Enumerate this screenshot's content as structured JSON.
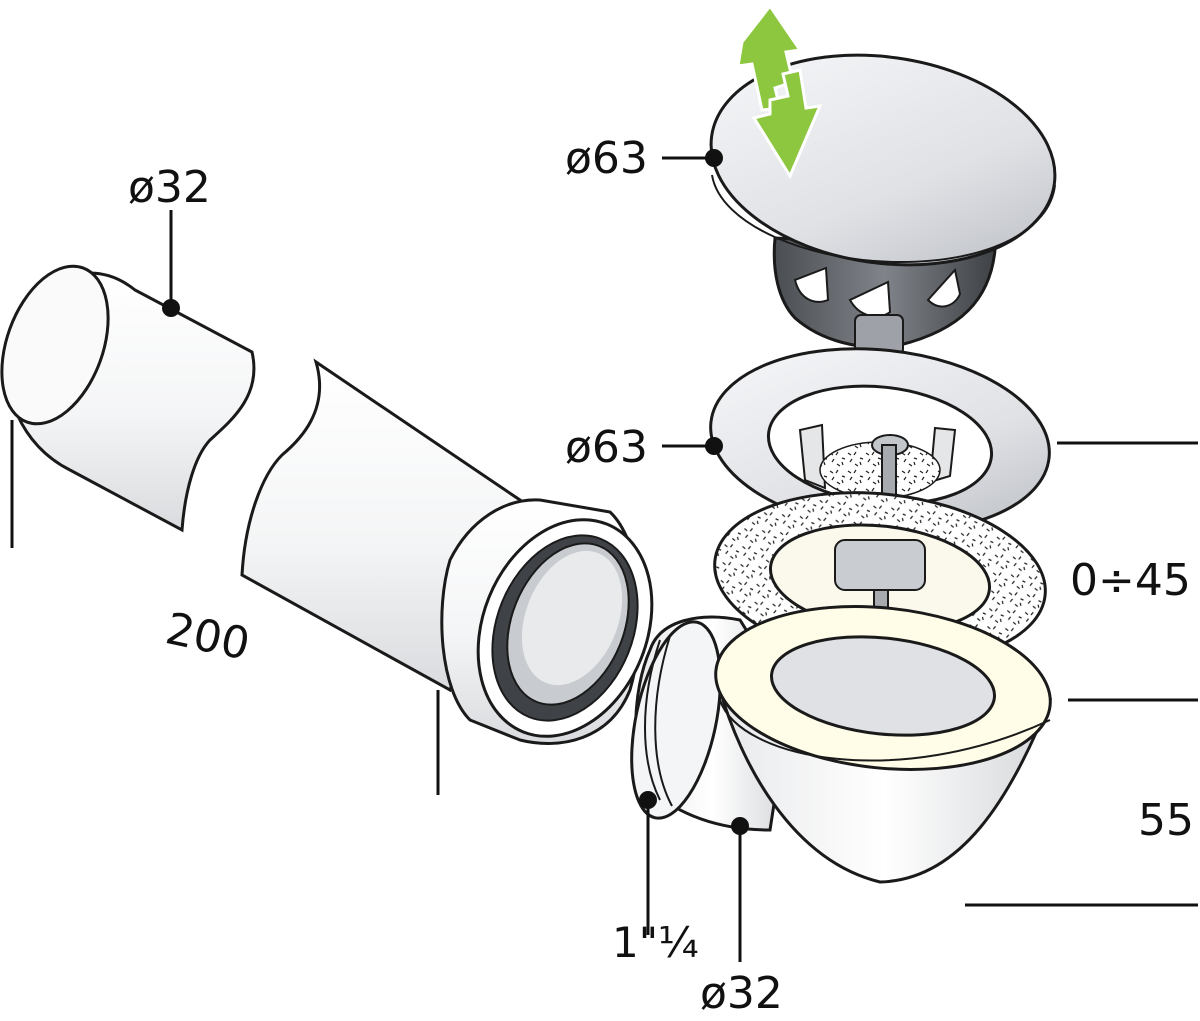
{
  "labels": {
    "pipe_diameter": "ø32",
    "pipe_length": "200",
    "cap_diameter": "ø63",
    "flange_diameter": "ø63",
    "adjust_range": "0÷45",
    "body_height": "55",
    "thread_size": "1\"¼",
    "outlet_diameter": "ø32"
  },
  "colors": {
    "arrow": "#8dc63f",
    "chrome_light": "#f1f2f4",
    "chrome_mid": "#c9ccd1",
    "plastic_dark": "#5a5d63",
    "pipe_white": "#ffffff"
  },
  "icons": {
    "updown_arrow": "up-down-arrow-icon"
  }
}
